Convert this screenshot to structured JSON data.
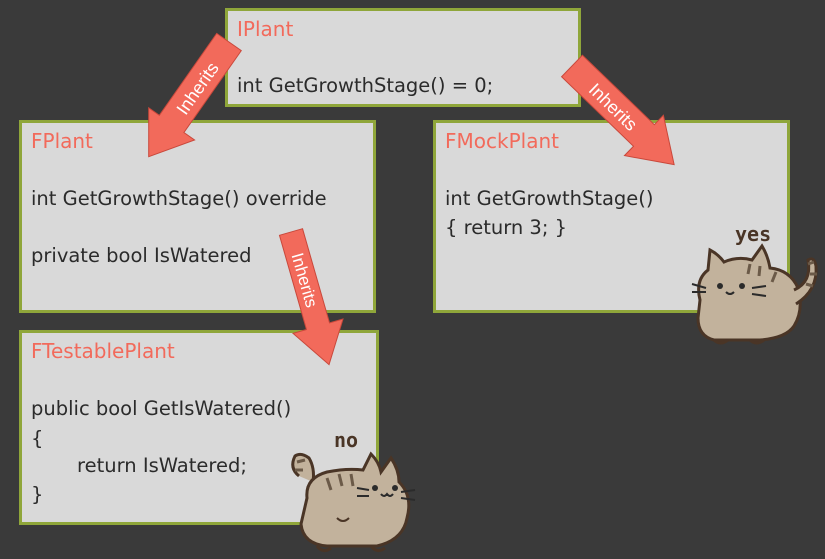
{
  "boxes": {
    "iplant": {
      "title": "IPlant",
      "lines": [
        "int GetGrowthStage() = 0;"
      ]
    },
    "fplant": {
      "title": "FPlant",
      "lines": [
        "int GetGrowthStage() override",
        "private bool IsWatered"
      ]
    },
    "fmockplant": {
      "title": "FMockPlant",
      "lines": [
        "int GetGrowthStage()",
        "{ return 3; }"
      ]
    },
    "ftestableplant": {
      "title": "FTestablePlant",
      "lines": [
        "public bool GetIsWatered()",
        "{",
        "return IsWatered;",
        "}"
      ]
    }
  },
  "arrows": {
    "iplant_to_fplant": "Inherits",
    "iplant_to_fmockplant": "Inherits",
    "fplant_to_ftestableplant": "Inherits"
  },
  "cats": {
    "top": {
      "label": "yes"
    },
    "bottom": {
      "label": "no"
    }
  },
  "colors": {
    "background": "#3a3a3a",
    "box_fill": "#d9d9d9",
    "box_border": "#8fa63a",
    "title": "#f26a5b",
    "arrow": "#f26a5b",
    "cat_body": "#c2b29c",
    "cat_stripe": "#6b5a48"
  }
}
